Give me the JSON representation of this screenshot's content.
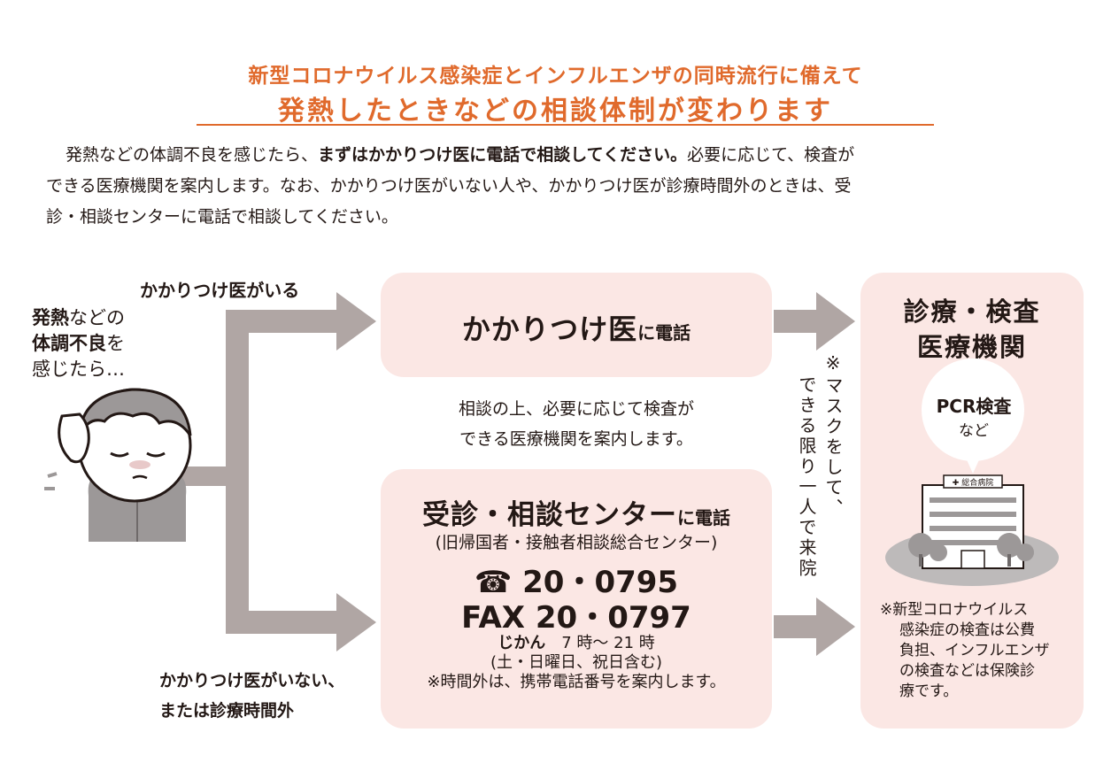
{
  "header": {
    "subtitle": "新型コロナウイルス感染症とインフルエンザの同時流行に備えて",
    "title": "発熱したときなどの相談体制が変わります"
  },
  "intro": {
    "l1_a": "発熱などの体調不良を感じたら、",
    "l1_bold": "まずはかかりつけ医に電話で相談してください。",
    "l1_b": "必要に応じて、検査が",
    "l2": "できる医療機関を案内します。なお、かかりつけ医がいない人や、かかりつけ医が診療時間外のときは、受",
    "l3": "診・相談センターに電話で相談してください。"
  },
  "patient": {
    "line1_bold": "発熱",
    "line1_rest": "などの",
    "line2_bold": "体調不良",
    "line2_rest": "を",
    "line3": "感じたら…"
  },
  "branches": {
    "has_doctor": "かかりつけ医がいる",
    "no_doctor_1": "かかりつけ医がいない、",
    "no_doctor_2": "または診療時間外"
  },
  "doctor_box": {
    "title": "かかりつけ医",
    "suffix": "に電話"
  },
  "middle": {
    "line1": "相談の上、必要に応じて検査が",
    "line2": "できる医療機関を案内します。"
  },
  "center_box": {
    "title": "受診・相談センター",
    "suffix": "に電話",
    "subtitle": "(旧帰国者・接触者相談総合センター)",
    "tel_icon": "☎",
    "tel": "20・0795",
    "fax_label": "FAX",
    "fax": "20・0797",
    "hours_label": "じかん",
    "hours": "7 時～ 21 時",
    "hours_note": "(土・日曜日、祝日含む)",
    "after_hours": "※時間外は、携帯電話番号を案内します。"
  },
  "vertical_note": {
    "col1": "※マスクをして、",
    "col2": "できる限り一人で来院"
  },
  "hospital_box": {
    "title_1": "診療・検査",
    "title_2": "医療機関",
    "bubble_1": "PCR検査",
    "bubble_2": "など",
    "building_sign": "✚ 総合病院",
    "note_1": "※新型コロナウイルス",
    "note_2": "感染症の検査は公費",
    "note_3": "負担、インフルエンザ",
    "note_4": "の検査などは保険診",
    "note_5": "療です。"
  },
  "colors": {
    "accent": "#e06a2c",
    "box_fill": "#fbe7e4",
    "arrow": "#b0a6a4",
    "text": "#231815"
  }
}
